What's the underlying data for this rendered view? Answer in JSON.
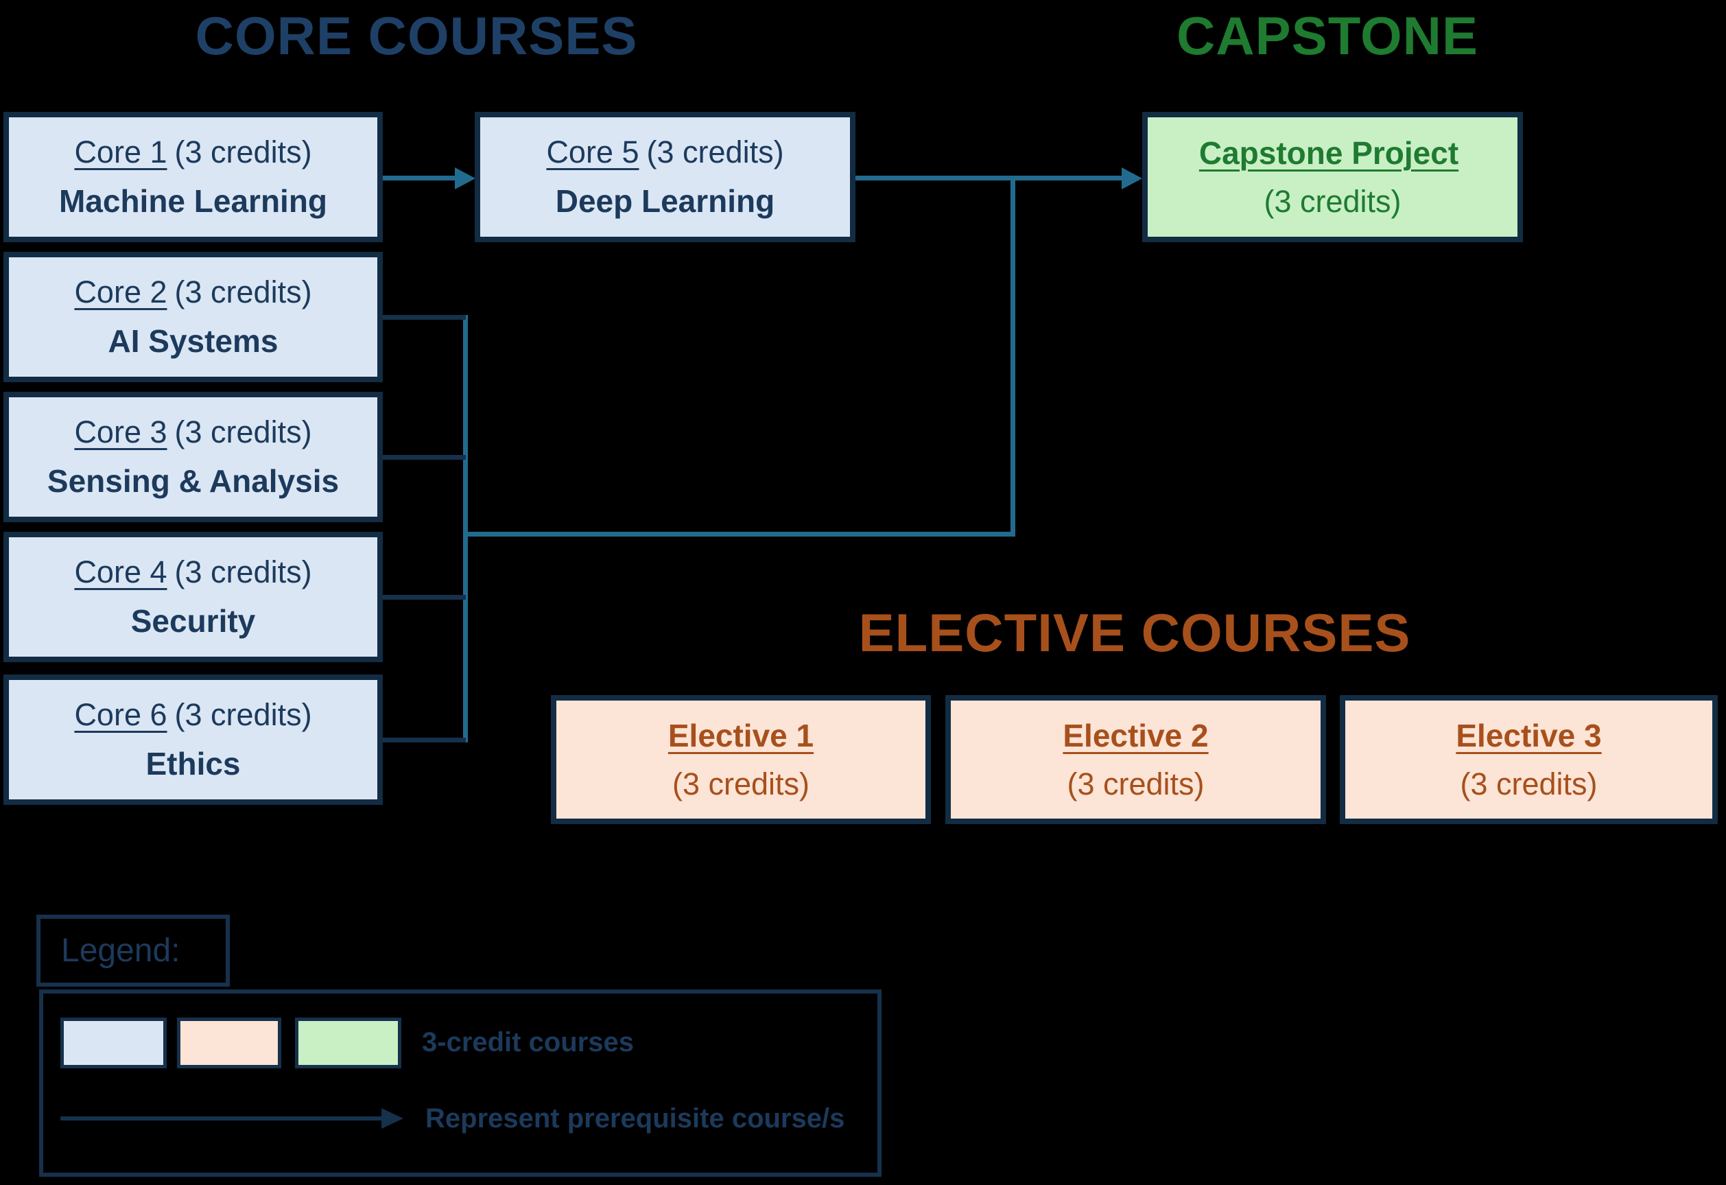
{
  "titles": {
    "core": "CORE COURSES",
    "capstone": "CAPSTONE",
    "electives": "ELECTIVE COURSES"
  },
  "courses": {
    "core": [
      {
        "name": "Core 1",
        "credits": "(3 credits)",
        "subject": "Machine Learning"
      },
      {
        "name": "Core 2",
        "credits": "(3 credits)",
        "subject": "AI Systems"
      },
      {
        "name": "Core 3",
        "credits": "(3 credits)",
        "subject": "Sensing & Analysis"
      },
      {
        "name": "Core 4",
        "credits": "(3 credits)",
        "subject": "Security"
      },
      {
        "name": "Core 6",
        "credits": "(3 credits)",
        "subject": "Ethics"
      },
      {
        "name": "Core 5",
        "credits": "(3 credits)",
        "subject": "Deep Learning"
      }
    ],
    "capstone": {
      "name": "Capstone Project",
      "credits": "(3 credits)"
    },
    "electives": [
      {
        "name": "Elective 1",
        "credits": "(3 credits)"
      },
      {
        "name": "Elective 2",
        "credits": "(3 credits)"
      },
      {
        "name": "Elective 3",
        "credits": "(3 credits)"
      }
    ]
  },
  "legend": {
    "label": "Legend:",
    "swatch_label": "3-credit courses",
    "arrow_label": "Represent prerequisite course/s"
  },
  "colors": {
    "background": "#000000",
    "core_fill": "#dbe6f4",
    "elective_fill": "#fce4d6",
    "capstone_fill": "#c9efc5",
    "box_border": "#122c44",
    "navy_text": "#1c3a5c",
    "core_title": "#1f4066",
    "capstone_text": "#1e7b30",
    "elective_text": "#a7501c",
    "prerequisite_line": "#226b8f",
    "stub_line": "#16314b"
  }
}
